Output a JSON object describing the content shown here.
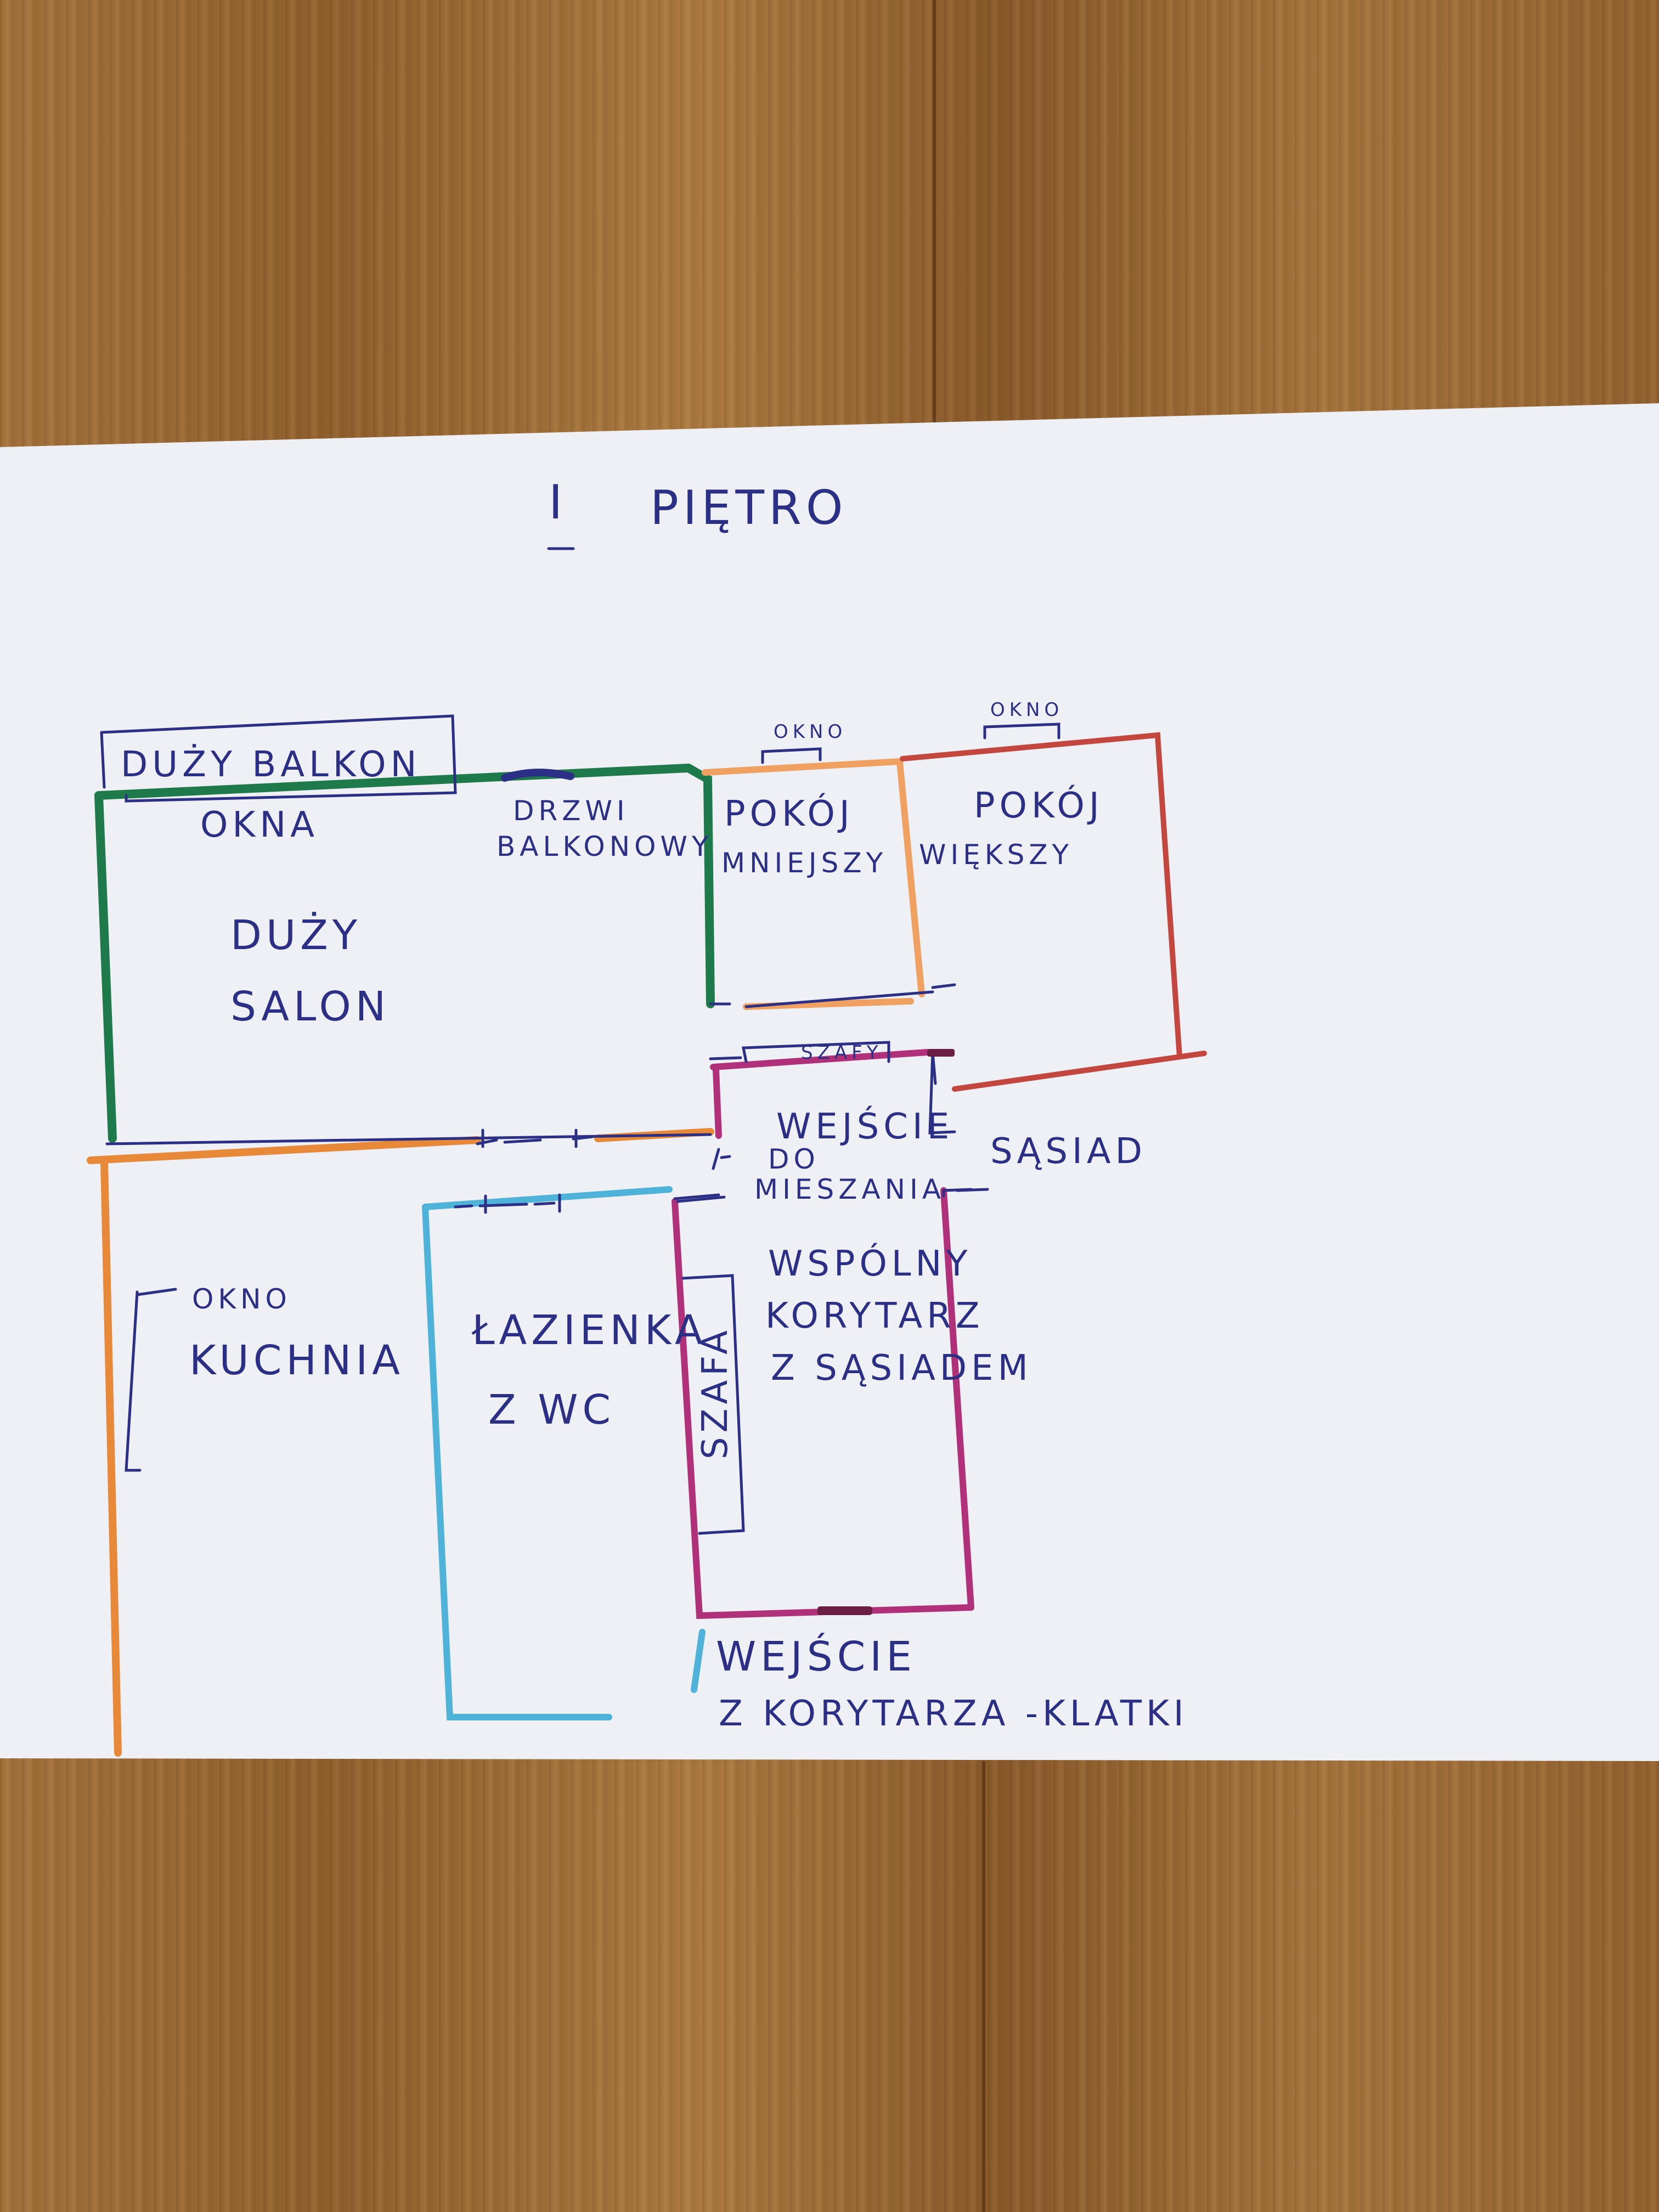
{
  "title": {
    "numeral": "I",
    "text": "PIĘTRO"
  },
  "rooms": {
    "balcony": "DUŻY BALKON",
    "living_room": {
      "line1": "DUŻY",
      "line2": "SALON"
    },
    "windows": "OKNA",
    "balcony_door": {
      "line1": "DRZWI",
      "line2": "BALKONOWY"
    },
    "small_room": {
      "line1": "POKÓJ",
      "line2": "MNIEJSZY"
    },
    "large_room": {
      "line1": "POKÓJ",
      "line2": "WIĘKSZY"
    },
    "small_room_window": "OKNO",
    "large_room_window": "OKNO",
    "wardrobes_top": "SZAFY",
    "entrance_apartment": {
      "line1": "WEJŚCIE",
      "line2": "DO",
      "line3": "MIESZANIA"
    },
    "neighbour": "SĄSIAD",
    "shared_corridor": {
      "line1": "WSPÓLNY",
      "line2": "KORYTARZ",
      "line3": "Z SĄSIADEM"
    },
    "wardrobe_corridor": "SZAFA",
    "bathroom": {
      "line1": "ŁAZIENKA",
      "line2": "Z WC"
    },
    "kitchen": "KUCHNIA",
    "kitchen_window": "OKNO",
    "stair_entrance": {
      "line1": "WEJŚCIE",
      "line2": "Z KORYTARZA -KLATKI"
    }
  },
  "colors": {
    "ink": "#2b2f86",
    "living_room_wall": "#1e7a4a",
    "kitchen_wall": "#e8893a",
    "small_room_wall": "#f0a060",
    "large_room_wall": "#c4473f",
    "corridor_wall": "#b0307a",
    "bathroom_wall": "#4fb3d9",
    "paper": "#eef0f6",
    "wood": "#a8753e"
  }
}
